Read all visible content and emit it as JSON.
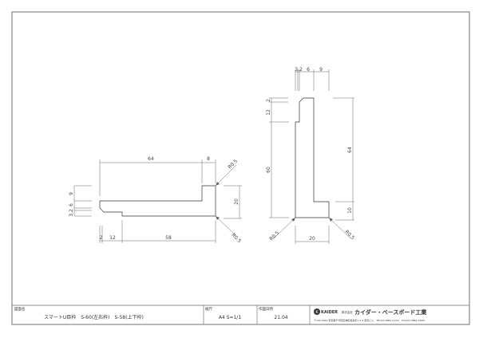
{
  "left_profile": {
    "dims_top": [
      "64",
      "8"
    ],
    "dims_bottom": [
      "2",
      "12",
      "58"
    ],
    "dims_left": [
      "9",
      "6",
      "3.2"
    ],
    "dims_right": [
      "20"
    ],
    "radius_labels": [
      "R0.5",
      "R0.5"
    ]
  },
  "right_profile": {
    "dims_top": [
      "3.2",
      "6",
      "9"
    ],
    "dims_left": [
      "2",
      "12",
      "60"
    ],
    "dims_right": [
      "64",
      "10"
    ],
    "dims_bottom": [
      "20"
    ],
    "radius_labels": [
      "R0.5",
      "R0.5"
    ]
  },
  "title_block": {
    "drawing_name_label": "図面名",
    "drawing_name": "スマートU目枠　S-60(左右枠)　S-58(上下枠)",
    "scale_label": "縮尺",
    "scale": "A4 S=1/1",
    "date_label": "作図日時",
    "date": "21.04",
    "company_logo": "KAIDER",
    "company_type": "株式会社",
    "company_name": "カイダー・ベースボード工業",
    "company_address": "〒101-0024 東京都千代田区神田和泉町1-3-4 東京ビル　TEL(03-3861-1121)　FAX(03-3862-1500)"
  }
}
